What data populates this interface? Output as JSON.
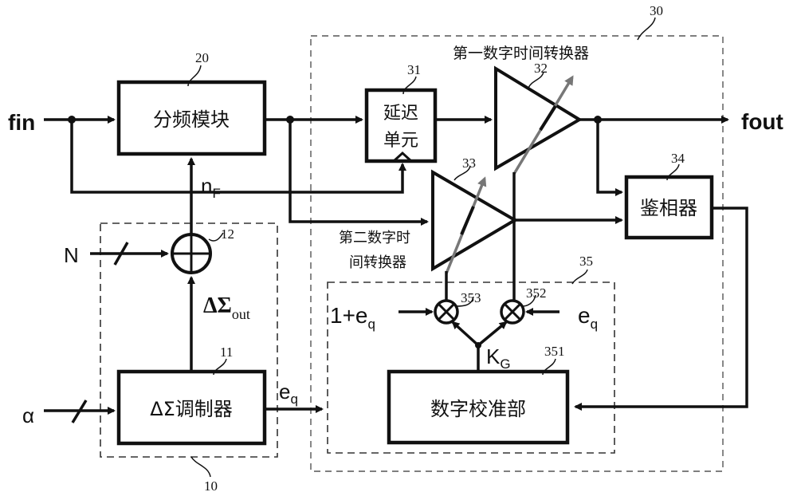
{
  "signals": {
    "fin": "fin",
    "fout": "fout",
    "n_f": "n",
    "n_f_sub": "F",
    "N": "N",
    "alpha": "α",
    "delta_sigma_out": "ΔΣ",
    "delta_sigma_out_sub": "out",
    "eq_left": "e",
    "eq_left_sub": "q",
    "one_plus_eq": "1+e",
    "one_plus_eq_sub": "q",
    "eq_right": "e",
    "eq_right_sub": "q",
    "kg": "K",
    "kg_sub": "G"
  },
  "blocks": {
    "divider": {
      "label": "分频模块",
      "ref": "20"
    },
    "delay_unit": {
      "label_line1": "延迟",
      "label_line2": "单元",
      "ref": "31"
    },
    "dtc1": {
      "label": "第一数字时间转换器",
      "ref": "32"
    },
    "dtc2": {
      "label_line1": "第二数字时",
      "label_line2": "间转换器",
      "ref": "33"
    },
    "phase_detector": {
      "label": "鉴相器",
      "ref": "34"
    },
    "calibration_group": {
      "ref": "35"
    },
    "digital_calibration": {
      "label": "数字校准部",
      "ref": "351"
    },
    "multiplier_right": {
      "ref": "352"
    },
    "multiplier_left": {
      "ref": "353"
    },
    "dsm": {
      "label": "ΔΣ调制器",
      "ref": "11"
    },
    "adder": {
      "ref": "12"
    },
    "dsm_group": {
      "ref": "10"
    },
    "dtc_group": {
      "ref": "30"
    }
  },
  "colors": {
    "line": "#111111",
    "tuning_arrow": "#777777",
    "dashed": "#333333"
  }
}
